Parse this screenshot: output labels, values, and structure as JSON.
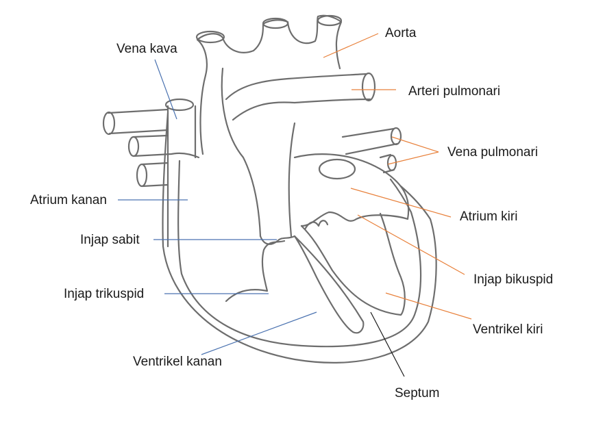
{
  "diagram": {
    "labels": {
      "aorta": "Aorta",
      "vena_kava": "Vena kava",
      "arteri_pulmonari": "Arteri pulmonari",
      "vena_pulmonari": "Vena pulmonari",
      "atrium_kanan": "Atrium kanan",
      "atrium_kiri": "Atrium kiri",
      "injap_sabit": "Injap sabit",
      "injap_bikuspid": "Injap bikuspid",
      "injap_trikuspid": "Injap trikuspid",
      "ventrikel_kiri": "Ventrikel kiri",
      "ventrikel_kanan": "Ventrikel kanan",
      "septum": "Septum"
    },
    "colors": {
      "sketch": "#6d6d6d",
      "orange_leader": "#e8803a",
      "blue_leader": "#4a72b0",
      "black_leader": "#1a1a1a",
      "text": "#1a1a1a"
    }
  }
}
